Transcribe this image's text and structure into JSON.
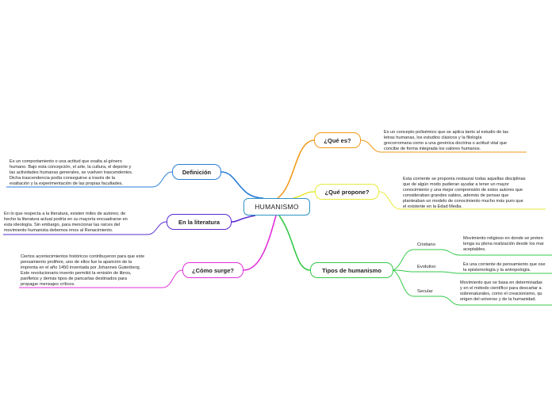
{
  "central": "HUMANISMO",
  "branches": {
    "definicion": {
      "label": "Definición",
      "color": "#2a7fd8",
      "text": [
        "Es un comportamiento o una actitud que exalta al género",
        "humano. Bajo esta concepción, el arte, la cultura, el deporte y",
        "las actividades humanas generales, se vuelven trascendentes.",
        "Dicha trascendencia podía conseguirse a través de la",
        "exaltación y la experimentación de las propias facultades."
      ]
    },
    "literatura": {
      "label": "En la literatura",
      "color": "#5b2bd1",
      "text": [
        "En lo que respecta a la literatura, existen miles de autores; de",
        "hecho la literatura actual podría en su mayoría encuadrarse en",
        "esta ideología. Sin embargo, para mencionar las raíces del",
        "movimiento humanista debemos irnos al Renacimiento."
      ]
    },
    "surge": {
      "label": "¿Cómo surge?",
      "color": "#e030d8",
      "text": [
        "Ciertos acontecimientos históricos contribuyeron para que este",
        "pensamiento prolifere, uno de ellos fue la aparición de la",
        "imprenta en el año 1450 inventada por Johannes Gutenberg.",
        "Este revolucionario invento permitió la emisión de libros,",
        "panfletos y demás tipos de pancartas destinados para",
        "propagar mensajes críticos."
      ]
    },
    "que_es": {
      "label": "¿Qué es?",
      "color": "#f29a1d",
      "text": [
        "Es un concepto polisémico que se aplica tanto al estudio de las",
        "letras humanas, los estudios clásicos y la filología",
        "grecorromana como a una genérica doctrina o actitud vital que",
        "concibe de forma integrada los valores humanos."
      ]
    },
    "propone": {
      "label": "¿Qué propone?",
      "color": "#e6ea3a",
      "text": [
        "Esta corriente se proponía restaurar todas aquellas disciplinas",
        "que de algún modo pudieran ayudar a tener un mayor",
        "conocimiento y una mejor comprensión de estos autores que",
        "consideraban grandes sabios, además de pensar que",
        "planteaban un modelo de conocimiento mucho más puro que",
        "el existente en la Edad Media."
      ]
    },
    "tipos": {
      "label": "Tipos de humanismo",
      "color": "#35c94a",
      "children": [
        {
          "label": "Cristiano",
          "text": [
            "Movimiento religioso en donde se preten",
            "tenga su plena realización desde los mar",
            "aceptables."
          ]
        },
        {
          "label": "Evolutivo",
          "text": [
            "Es una corriente de pensamiento que ose",
            "la epistemología y la antropología."
          ]
        },
        {
          "label": "Secular",
          "text": [
            "Movimiento que se basa en determinadas",
            "y en el método científico para descartar a",
            "sobrenaturales, como el creacionismo, qu",
            "origen del universo y de la humanidad."
          ]
        }
      ]
    }
  }
}
